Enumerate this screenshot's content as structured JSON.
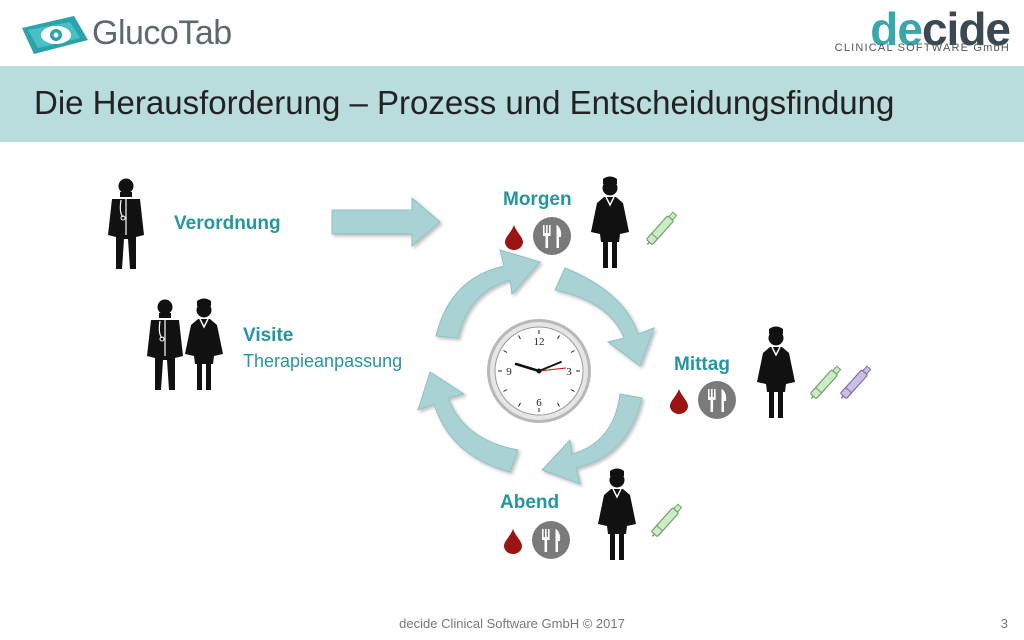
{
  "header": {
    "logo_left_text": "GlucoTab",
    "logo_right_word_a": "de",
    "logo_right_word_b": "cide",
    "logo_right_sub": "CLINICAL SOFTWARE GmbH"
  },
  "title": "Die Herausforderung –  Prozess und Entscheidungsfindung",
  "labels": {
    "verordnung": "Verordnung",
    "visite": "Visite",
    "therapie": "Therapieanpassung",
    "morgen": "Morgen",
    "mittag": "Mittag",
    "abend": "Abend"
  },
  "clock": {
    "n12": "12",
    "n3": "3",
    "n6": "6",
    "n9": "9"
  },
  "footer": {
    "text": "decide Clinical Software GmbH © 2017",
    "page": "3"
  },
  "colors": {
    "accent": "#2596a0",
    "title_band": "#b9dcdc",
    "cycle_arrow": "#a9d2d4",
    "blood": "#9b1313",
    "cutlery_badge": "#7a7a7a",
    "pen_green": "#c8eec2",
    "pen_purple": "#cbbde6"
  },
  "icons": [
    "glucotab-logo-icon",
    "doctor-icon",
    "nurse-icon",
    "blood-drop-icon",
    "cutlery-icon",
    "insulin-pen-icon",
    "clock-icon",
    "arrow-icon"
  ]
}
